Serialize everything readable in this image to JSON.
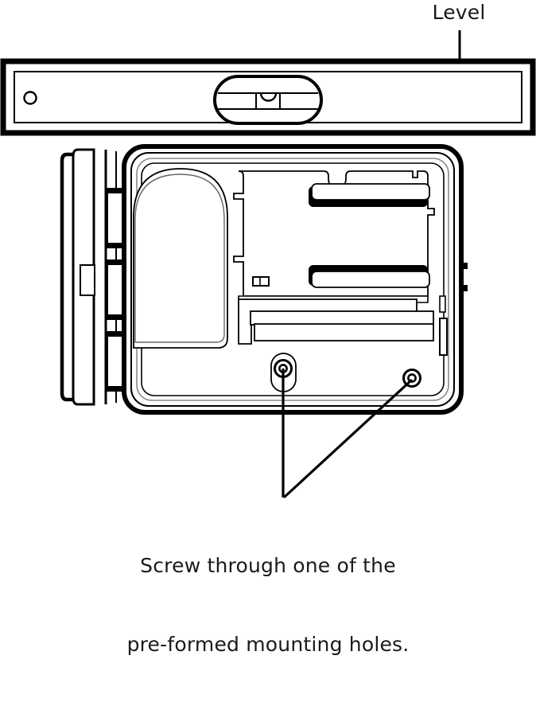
{
  "figure": {
    "type": "technical-line-illustration",
    "subject": "Wall-mounting an enclosure level with a spirit level",
    "background_color": "#ffffff",
    "line_color": "#000000"
  },
  "annotations": {
    "level": {
      "label": "Level",
      "leader": "vertical-leader-line"
    },
    "screw": {
      "line1": "Screw through one of the",
      "line2": "pre-formed mounting holes.",
      "leaders": [
        "vertical-leader-to-left-mounting-hole",
        "diagonal-leader-to-right-mounting-hole"
      ]
    }
  },
  "parts": {
    "spirit_level": {
      "name": "spirit level",
      "hang_hole": "hang-hole",
      "vial": "bubble-vial"
    },
    "enclosure": {
      "name": "enclosure",
      "door": "hinged-door",
      "hinges": "hinge-knuckles",
      "latch": "latch-tab",
      "interior_panel": "interior-panel",
      "arch_cutout": "arch-cutout",
      "rails": [
        "upper-rail",
        "lower-rail"
      ],
      "terminal_block": "terminal-block",
      "panel_screw": "panel-screw",
      "side_tabs": "side-tabs",
      "side_slot": "side-slot",
      "mounting_holes": [
        "left-mounting-hole",
        "right-mounting-hole"
      ]
    }
  }
}
